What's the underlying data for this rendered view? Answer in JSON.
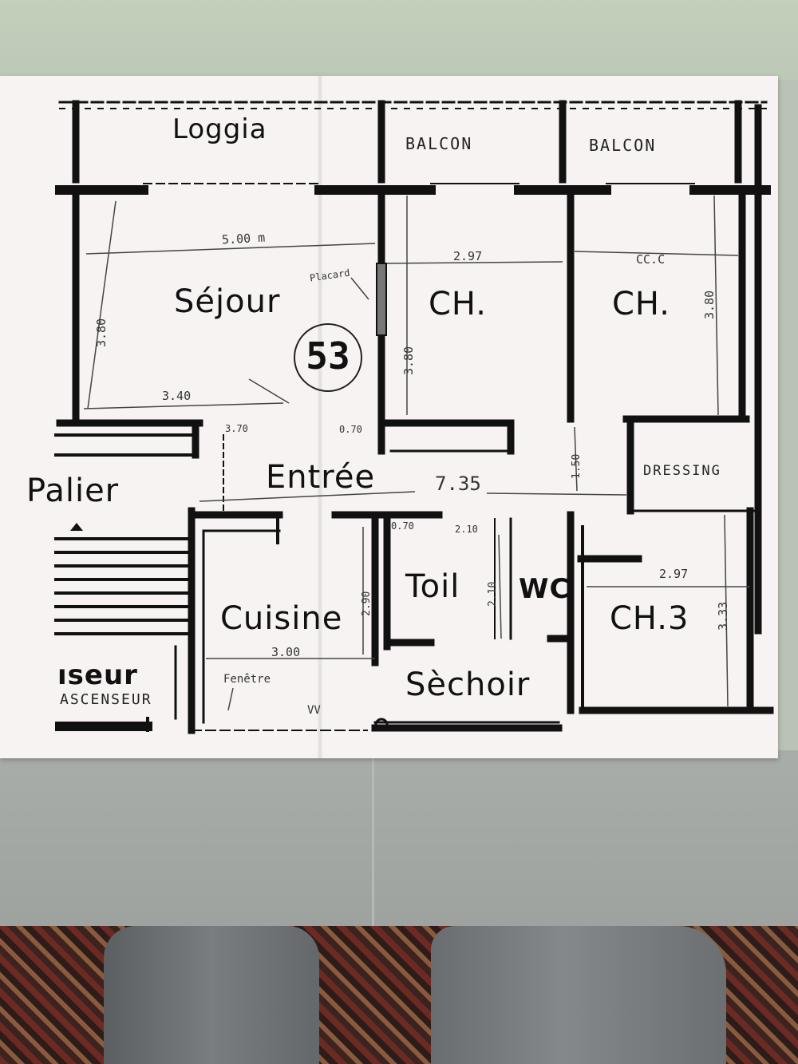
{
  "rooms": {
    "loggia": "Loggia",
    "balcon_1": "BALCON",
    "balcon_2": "BALCON",
    "sejour": "Séjour",
    "ch_1": "CH.",
    "ch_2": "CH.",
    "entree": "Entrée",
    "dressing": "DRESSING",
    "palier": "Palier",
    "toil": "Toil",
    "wc": "WC",
    "cuisine": "Cuisine",
    "ch_3": "CH.3",
    "sechoir": "Sèchoir",
    "ascenseur_partial": "ıseur",
    "ascenseur": "ASCENSEUR"
  },
  "unit_number": "53",
  "notes": {
    "placard": "Placard",
    "fenetre": "Fenêtre",
    "vv": "VV"
  },
  "dimensions": {
    "sejour_width": "5.00 m",
    "sejour_height": "3.80",
    "sejour_bottom": "3.40",
    "ch1_width": "2.97",
    "ch1_height": "3.80",
    "ch2_width": "CC.C",
    "ch2_height": "3.80",
    "entree_small_1": "3.70",
    "entree_small_2": "0.70",
    "entree_length": "7.35",
    "hall_vertical": "1.50",
    "toil_small": "0.70",
    "toil_width": "2.10",
    "toil_height": "2.10",
    "cuisine_height": "2.90",
    "cuisine_width": "3.00",
    "ch3_width": "2.97",
    "ch3_height": "3.33"
  }
}
